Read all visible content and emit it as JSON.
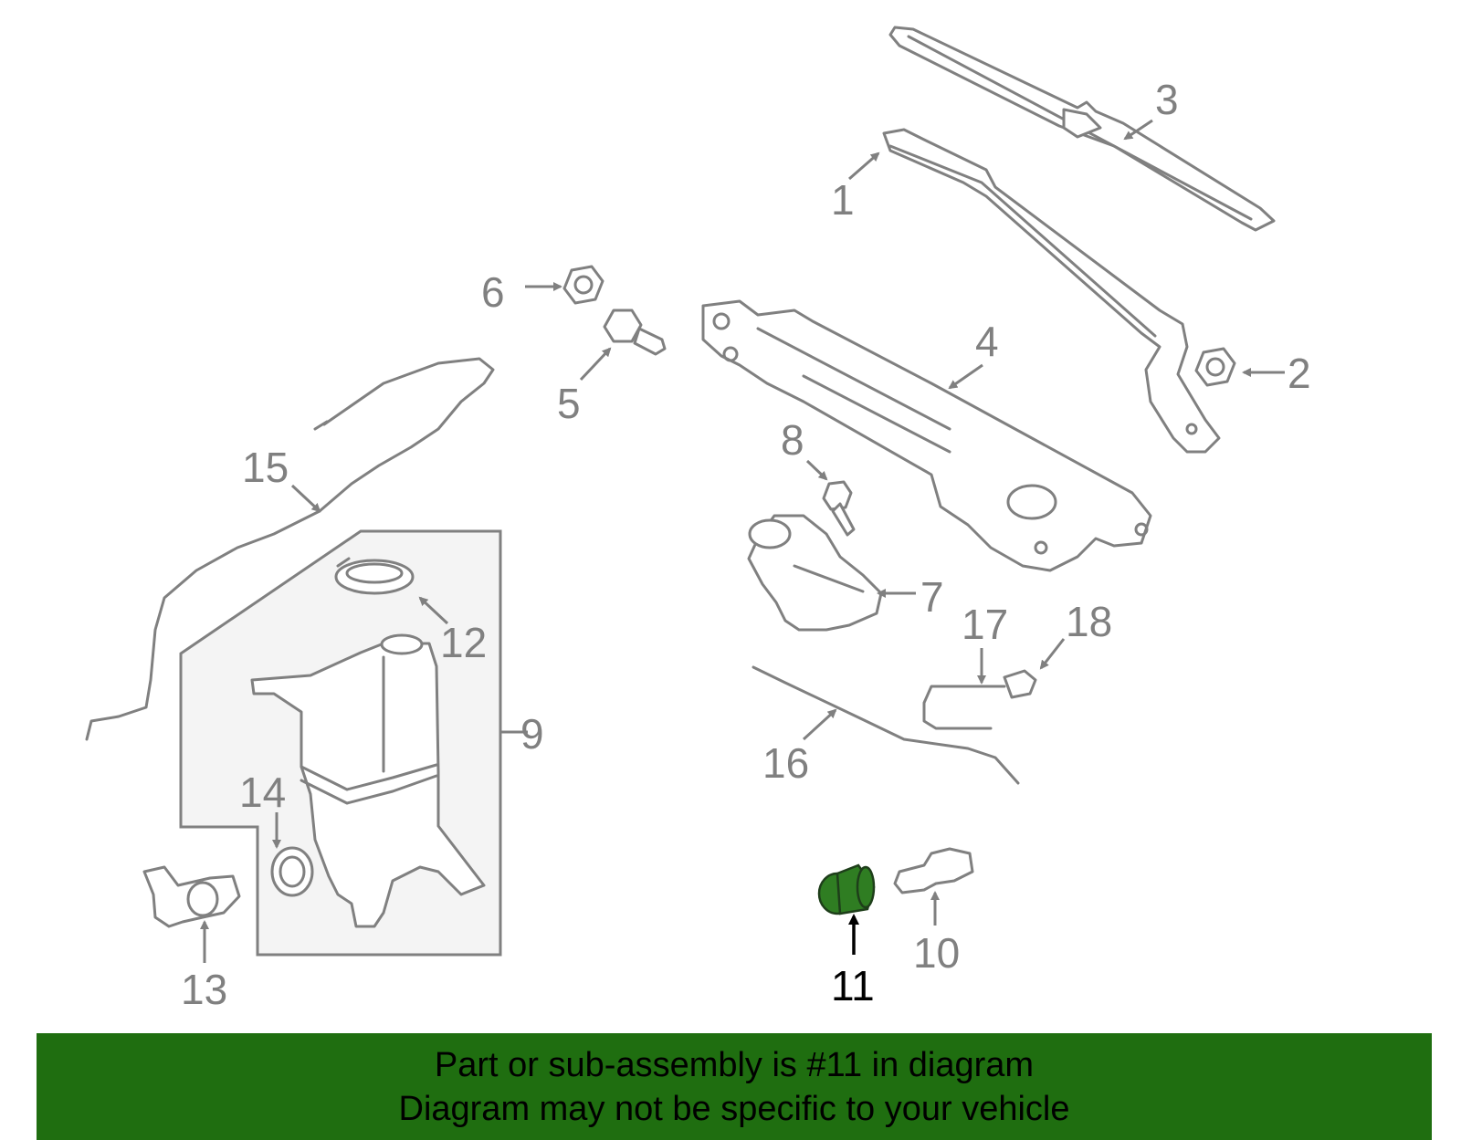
{
  "colors": {
    "line": "#808080",
    "highlight_part": "#2f7d22",
    "highlight_text": "#000000",
    "banner_bg": "#1f6e10",
    "reservoir_bg": "#f4f4f4"
  },
  "callouts": {
    "c1": "1",
    "c2": "2",
    "c3": "3",
    "c4": "4",
    "c5": "5",
    "c6": "6",
    "c7": "7",
    "c8": "8",
    "c9": "9",
    "c10": "10",
    "c11": "11",
    "c12": "12",
    "c13": "13",
    "c14": "14",
    "c15": "15",
    "c16": "16",
    "c17": "17",
    "c18": "18"
  },
  "highlighted_part": "11",
  "banner": {
    "line1": "Part or sub-assembly is #11 in diagram",
    "line2": "Diagram may not be specific to your vehicle"
  }
}
